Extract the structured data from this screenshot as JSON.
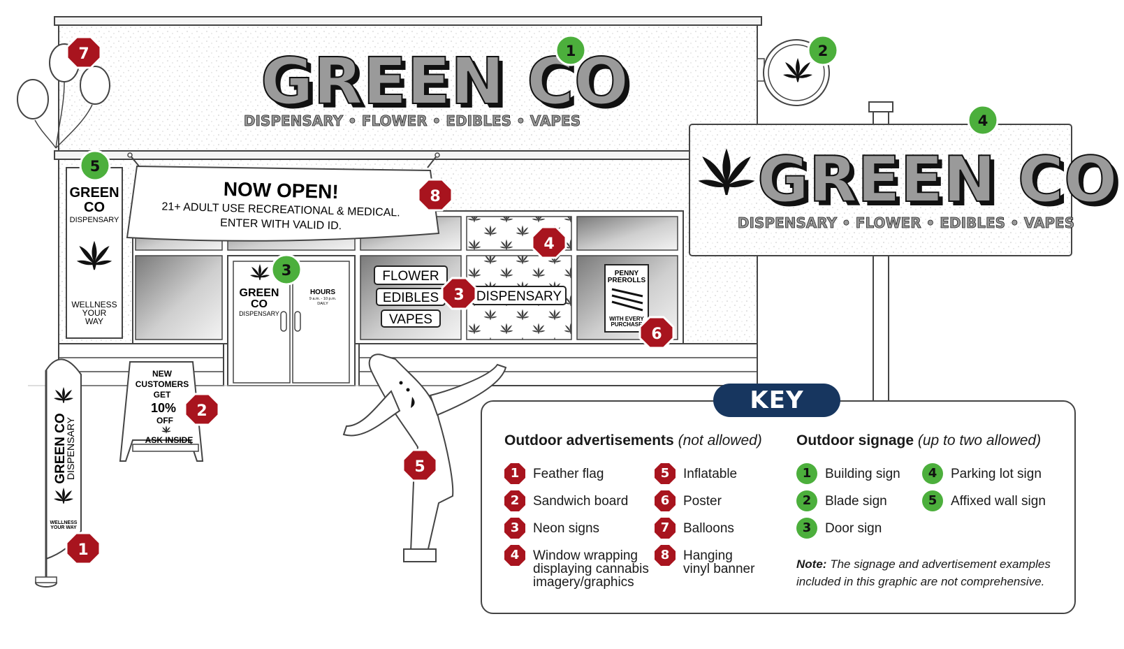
{
  "building_sign": {
    "title": "GREEN CO",
    "subtitle": "DISPENSARY • FLOWER • EDIBLES • VAPES"
  },
  "parking_sign": {
    "title": "GREEN CO",
    "subtitle": "DISPENSARY • FLOWER • EDIBLES • VAPES"
  },
  "wall_sign": {
    "line1": "GREEN",
    "line2": "CO",
    "line3": "DISPENSARY",
    "line4": "WELLNESS",
    "line5": "YOUR",
    "line6": "WAY"
  },
  "banner": {
    "title": "NOW OPEN!",
    "line1": "21+ ADULT USE RECREATIONAL & MEDICAL.",
    "line2": "ENTER WITH VALID ID."
  },
  "door_sign": {
    "line1": "GREEN",
    "line2": "CO",
    "line3": "DISPENSARY",
    "hours_label": "HOURS",
    "hours_value": "9 a.m. - 10 p.m.",
    "hours_days": "DAILY"
  },
  "neon_signs": [
    "FLOWER",
    "EDIBLES",
    "VAPES",
    "DISPENSARY"
  ],
  "poster": {
    "line1": "PENNY",
    "line2": "PREROLLS",
    "line3": "WITH EVERY",
    "line4": "PURCHASE"
  },
  "sandwich_board": {
    "line1": "NEW",
    "line2": "CUSTOMERS",
    "line3": "GET",
    "line4": "10%",
    "line5": "OFF",
    "line6": "ASK INSIDE"
  },
  "feather_flag": {
    "main": "GREEN CO",
    "sub": "DISPENSARY",
    "tagline1": "WELLNESS",
    "tagline2": "YOUR WAY"
  },
  "markers": {
    "ad_building_balloons": "7",
    "ad_banner": "8",
    "ad_window_wrap": "4",
    "ad_neon": "3",
    "ad_poster": "6",
    "ad_sandwich": "2",
    "ad_inflatable": "5",
    "ad_flag": "1",
    "sign_building": "1",
    "sign_blade": "2",
    "sign_door": "3",
    "sign_parking": "4",
    "sign_wall": "5"
  },
  "colors": {
    "ad_red": "#a8141e",
    "sign_green": "#4caf3c",
    "key_navy": "#17365f"
  },
  "key": {
    "title": "KEY",
    "ads_heading": "Outdoor advertisements",
    "ads_qualifier": "(not allowed)",
    "signage_heading": "Outdoor signage",
    "signage_qualifier": "(up to two allowed)",
    "ads": [
      {
        "num": "1",
        "label": "Feather flag"
      },
      {
        "num": "2",
        "label": "Sandwich board"
      },
      {
        "num": "3",
        "label": "Neon signs"
      },
      {
        "num": "4",
        "label": "Window wrapping displaying cannabis imagery/graphics"
      },
      {
        "num": "5",
        "label": "Inflatable"
      },
      {
        "num": "6",
        "label": "Poster"
      },
      {
        "num": "7",
        "label": "Balloons"
      },
      {
        "num": "8",
        "label": "Hanging vinyl banner"
      }
    ],
    "signage": [
      {
        "num": "1",
        "label": "Building sign"
      },
      {
        "num": "2",
        "label": "Blade sign"
      },
      {
        "num": "3",
        "label": "Door sign"
      },
      {
        "num": "4",
        "label": "Parking lot sign"
      },
      {
        "num": "5",
        "label": "Affixed wall sign"
      }
    ],
    "note_label": "Note:",
    "note_text": "The signage and advertisement examples included in this graphic are not comprehensive."
  }
}
